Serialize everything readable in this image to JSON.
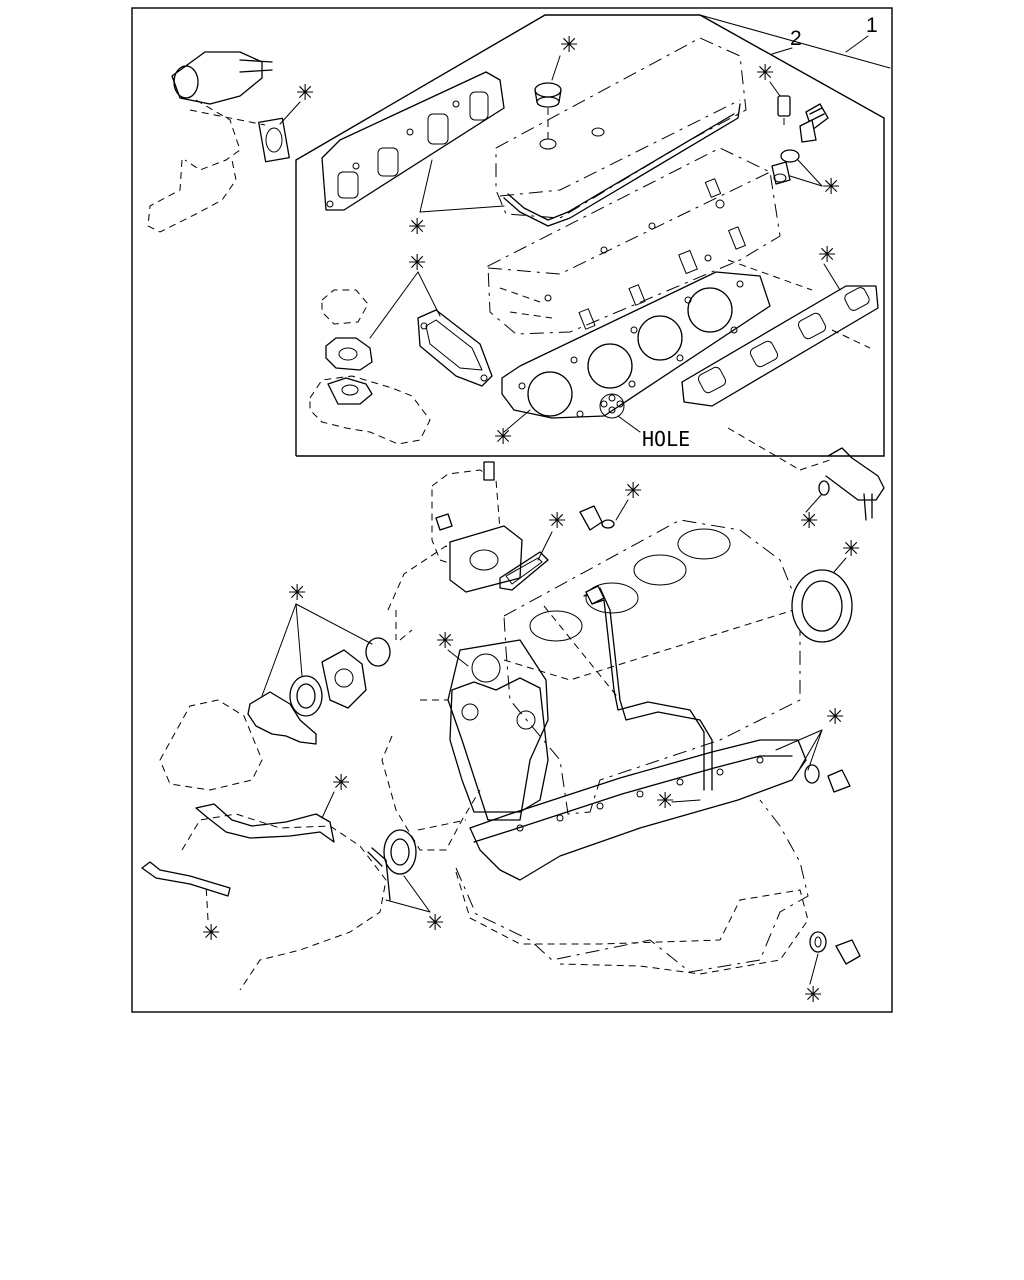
{
  "callouts": {
    "item_1": "1",
    "item_2": "2",
    "hole": "HOLE"
  },
  "marker": {
    "symbol": "✳"
  }
}
